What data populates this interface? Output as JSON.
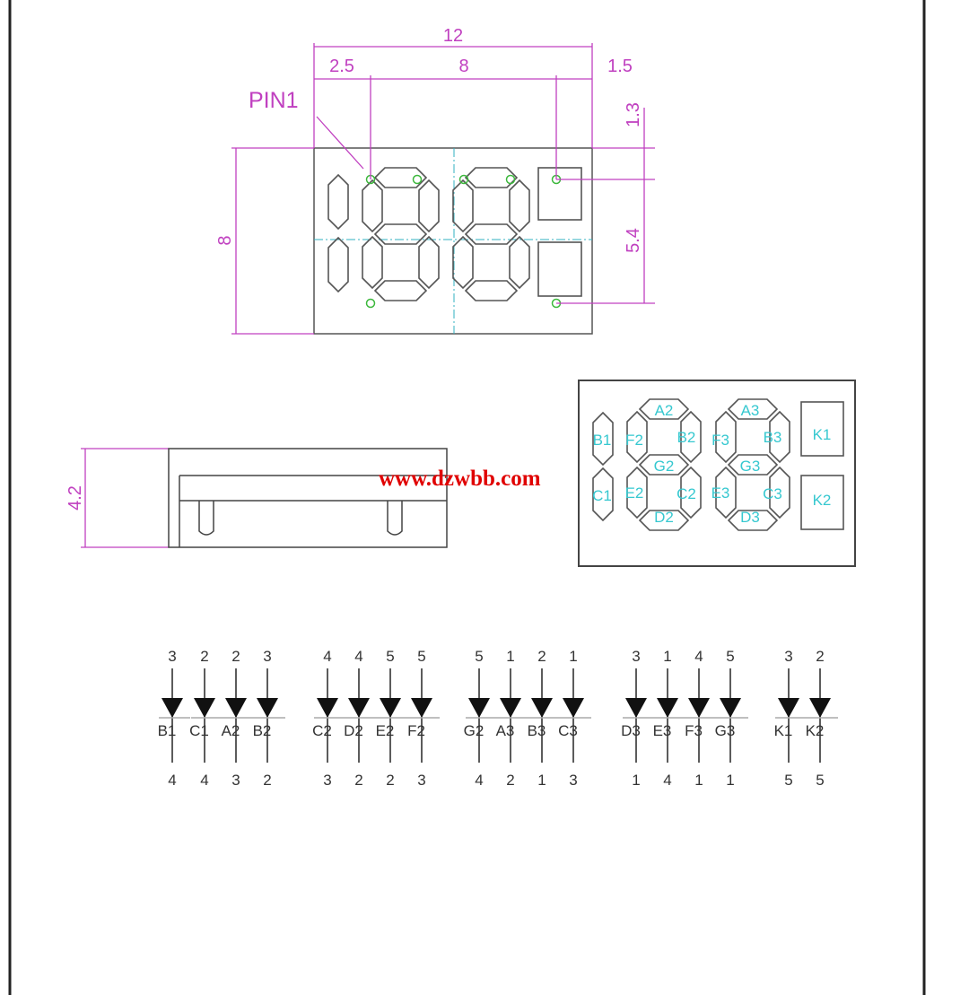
{
  "top_view": {
    "dim_total_width": "12",
    "dim_left": "2.5",
    "dim_middle": "8",
    "dim_right": "1.5",
    "dim_top_offset": "1.3",
    "dim_pin_span": "5.4",
    "dim_height": "8",
    "pin1_label": "PIN1"
  },
  "side_view": {
    "dim_height": "4.2"
  },
  "watermark": "www.dzwbb.com",
  "bottom_view": {
    "digit1": [
      "B1",
      "C1"
    ],
    "digit2": {
      "a": "A2",
      "b": "B2",
      "c": "C2",
      "d": "D2",
      "e": "E2",
      "f": "F2",
      "g": "G2"
    },
    "digit3": {
      "a": "A3",
      "b": "B3",
      "c": "C3",
      "d": "D3",
      "e": "E3",
      "f": "F3",
      "g": "G3"
    },
    "k1": "K1",
    "k2": "K2"
  },
  "diodes": [
    [
      {
        "top": "3",
        "name": "B1",
        "bottom": "4"
      },
      {
        "top": "2",
        "name": "C1",
        "bottom": "4"
      },
      {
        "top": "2",
        "name": "A2",
        "bottom": "3"
      },
      {
        "top": "3",
        "name": "B2",
        "bottom": "2"
      }
    ],
    [
      {
        "top": "4",
        "name": "C2",
        "bottom": "3"
      },
      {
        "top": "4",
        "name": "D2",
        "bottom": "2"
      },
      {
        "top": "5",
        "name": "E2",
        "bottom": "2"
      },
      {
        "top": "5",
        "name": "F2",
        "bottom": "3"
      }
    ],
    [
      {
        "top": "5",
        "name": "G2",
        "bottom": "4"
      },
      {
        "top": "1",
        "name": "A3",
        "bottom": "2"
      },
      {
        "top": "2",
        "name": "B3",
        "bottom": "1"
      },
      {
        "top": "1",
        "name": "C3",
        "bottom": "3"
      }
    ],
    [
      {
        "top": "3",
        "name": "D3",
        "bottom": "1"
      },
      {
        "top": "1",
        "name": "E3",
        "bottom": "4"
      },
      {
        "top": "4",
        "name": "F3",
        "bottom": "1"
      },
      {
        "top": "5",
        "name": "G3",
        "bottom": "1"
      }
    ],
    [
      {
        "top": "3",
        "name": "K1",
        "bottom": "5"
      },
      {
        "top": "2",
        "name": "K2",
        "bottom": "5"
      }
    ]
  ],
  "colors": {
    "dimension": "#c040c0",
    "segment_label": "#36c8d0",
    "pin_marker": "#3cb83c",
    "watermark": "#e00000",
    "highlight_pin": "#c03030"
  }
}
